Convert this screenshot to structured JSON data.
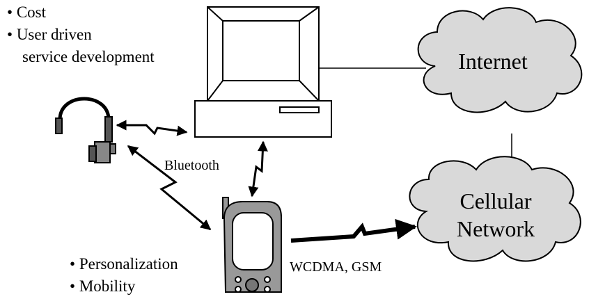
{
  "benefits_top": {
    "items": [
      "Cost",
      "User driven",
      "service development"
    ]
  },
  "benefits_bottom": {
    "items": [
      "Personalization",
      "Mobility"
    ]
  },
  "clouds": {
    "internet": [
      "Internet"
    ],
    "cellular": [
      "Cellular",
      "Network"
    ]
  },
  "links": {
    "bluetooth": "Bluetooth",
    "radio": "WCDMA, GSM"
  },
  "colors": {
    "cloud_fill": "#d9d9d9",
    "device_fill": "#ffffff",
    "stroke": "#000000"
  }
}
